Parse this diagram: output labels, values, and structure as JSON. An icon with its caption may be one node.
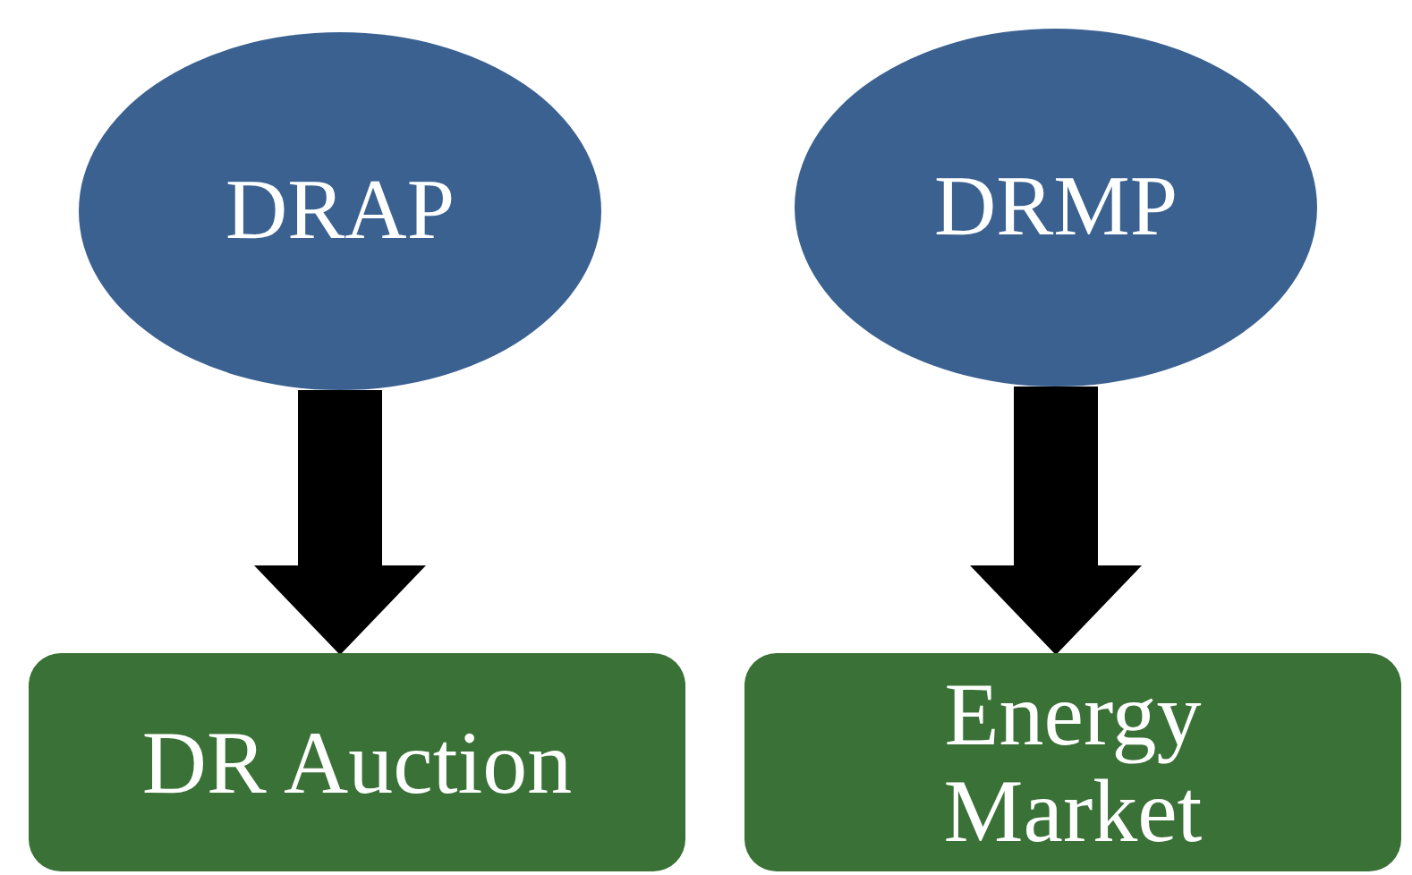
{
  "diagram": {
    "nodes": [
      {
        "text": [
          "DRAP"
        ]
      },
      {
        "text": [
          "DRMP"
        ]
      },
      {
        "text": [
          "DR Auction"
        ]
      },
      {
        "text": [
          "Energy Market"
        ]
      }
    ],
    "edges": [
      {
        "from": 0,
        "to": 2,
        "arrow": "to"
      },
      {
        "from": 1,
        "to": 3,
        "arrow": "to"
      }
    ]
  }
}
